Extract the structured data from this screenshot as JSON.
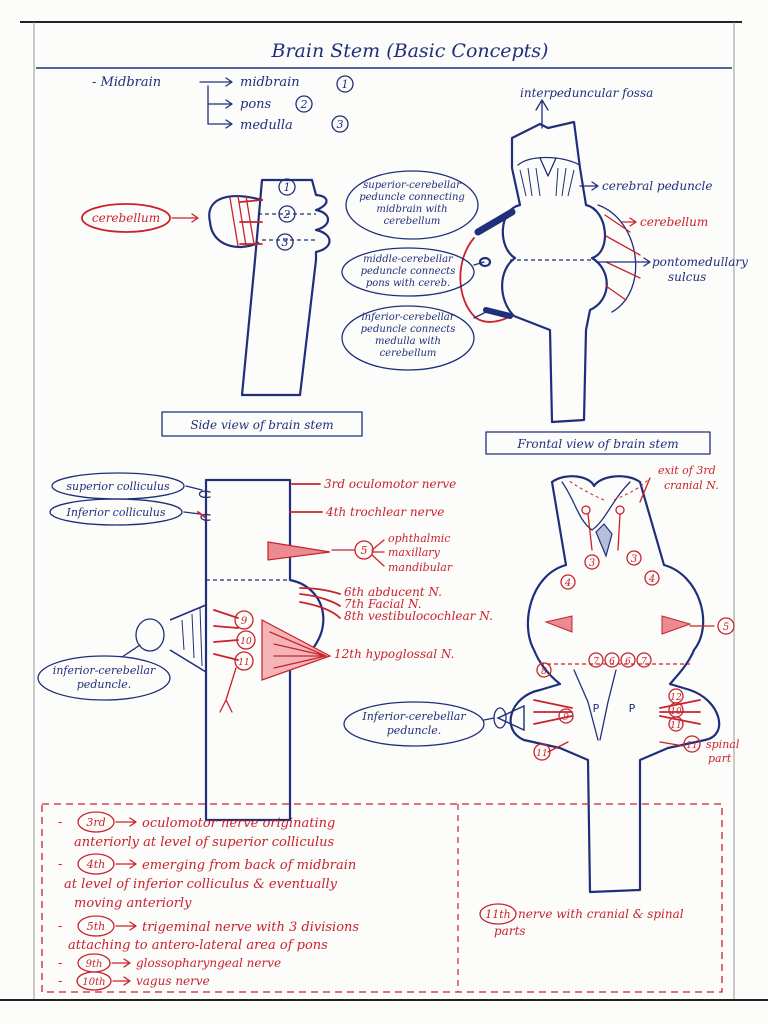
{
  "title": "Brain Stem (Basic Concepts)",
  "intro": {
    "root": "- Midbrain",
    "items": [
      "midbrain",
      "pons",
      "medulla"
    ],
    "numbers": [
      "1",
      "2",
      "3"
    ]
  },
  "side_view": {
    "cerebellum": "cerebellum",
    "numbers": [
      "1",
      "2",
      "3"
    ],
    "caption": "Side view of brain stem"
  },
  "frontal_view": {
    "fossa": "interpeduncular fossa",
    "superior": [
      "superior-cerebellar",
      "peduncle connecting",
      "midbrain with",
      "cerebellum"
    ],
    "middle": [
      "middle-cerebellar",
      "peduncle connects",
      "pons with cereb."
    ],
    "inferior": [
      "inferior-cerebellar",
      "peduncle connects",
      "medulla with",
      "cerebellum"
    ],
    "cerebral_peduncle": "cerebral peduncle",
    "cerebellum": "cerebellum",
    "sulcus": [
      "pontomedullary",
      "sulcus"
    ],
    "caption": "Frontal view of brain stem"
  },
  "nerves_side": {
    "superior_colliculus": "superior colliculus",
    "inferior_colliculus": "Inferior colliculus",
    "n3": "3rd oculomotor nerve",
    "n4": "4th trochlear nerve",
    "n5": "5",
    "n5_branches": [
      "ophthalmic",
      "maxillary",
      "mandibular"
    ],
    "n6": "6th abducent N.",
    "n7": "7th Facial N.",
    "n8": "8th vestibulocochlear N.",
    "n12": "12th hypoglossal N.",
    "circled": [
      "9",
      "10",
      "11"
    ],
    "inferior_peduncle": [
      "inferior-cerebellar",
      "peduncle."
    ]
  },
  "nerves_front": {
    "exit": [
      "exit of 3rd",
      "cranial N."
    ],
    "inferior_peduncle": [
      "Inferior-cerebellar",
      "peduncle."
    ],
    "spinal_part": [
      "spinal",
      "part"
    ],
    "pyramid": "P",
    "numbers": {
      "three": "3",
      "four": "4",
      "five": "5",
      "six": "6",
      "seven": "7",
      "eight": "8",
      "nine": "9",
      "ten": "10",
      "eleven": "11",
      "twelve": "12"
    }
  },
  "notes": [
    {
      "badge": "3rd",
      "text": [
        "oculomotor nerve originating",
        "anteriorly at level of superior colliculus"
      ]
    },
    {
      "badge": "4th",
      "text": [
        "emerging from back of midbrain",
        "at level of inferior colliculus & eventually",
        "moving anteriorly"
      ]
    },
    {
      "badge": "5th",
      "text": [
        "trigeminal nerve with 3 divisions",
        "attaching to antero-lateral area of pons"
      ]
    },
    {
      "badge": "9th",
      "text": [
        "glossopharyngeal nerve"
      ]
    },
    {
      "badge": "10th",
      "text": [
        "vagus nerve"
      ]
    }
  ],
  "note_11": {
    "badge": "11th",
    "text": [
      "nerve with cranial & spinal",
      "parts"
    ]
  },
  "colors": {
    "ink_blue": "#1f2f7a",
    "ink_red": "#c8232c",
    "paper": "#fcfcfb"
  }
}
